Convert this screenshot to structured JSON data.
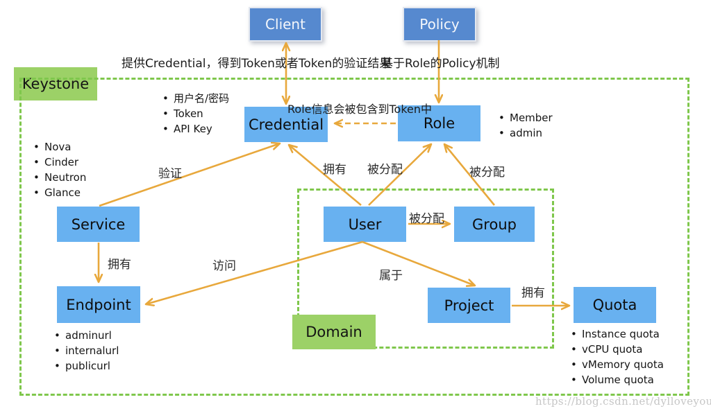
{
  "diagram": {
    "containers": {
      "keystone": "Keystone",
      "domain": "Domain"
    },
    "external_nodes": {
      "client": "Client",
      "policy": "Policy"
    },
    "nodes": {
      "credential": "Credential",
      "role": "Role",
      "service": "Service",
      "user": "User",
      "group": "Group",
      "endpoint": "Endpoint",
      "project": "Project",
      "quota": "Quota"
    },
    "captions": {
      "client_flow": "提供Credential，得到Token或者Token的验证结果",
      "policy_flow": "基于Role的Policy机制",
      "role_token": "Role信息会被包含到Token中"
    },
    "edge_labels": {
      "verify": "验证",
      "user_owns_credential": "拥有",
      "user_assigned_role": "被分配",
      "group_assigned_role": "被分配",
      "user_assigned_group": "被分配",
      "service_owns_endpoint": "拥有",
      "access": "访问",
      "belongs_to": "属于",
      "project_owns_quota": "拥有"
    },
    "lists": {
      "credential_types": [
        "用户名/密码",
        "Token",
        "API Key"
      ],
      "role_examples": [
        "Member",
        "admin"
      ],
      "services": [
        "Nova",
        "Cinder",
        "Neutron",
        "Glance"
      ],
      "endpoint_urls": [
        "adminurl",
        "internalurl",
        "publicurl"
      ],
      "quota_items": [
        "Instance quota",
        "vCPU quota",
        "vMemory quota",
        "Volume quota"
      ]
    },
    "watermark": "https://blog.csdn.net/dylloveyou",
    "colors": {
      "node_blue": "#68b1f0",
      "external_blue": "#5689cf",
      "container_green": "#9cd167",
      "dashed_border_green": "#7fc74c",
      "arrow_orange": "#e8a83c"
    }
  }
}
